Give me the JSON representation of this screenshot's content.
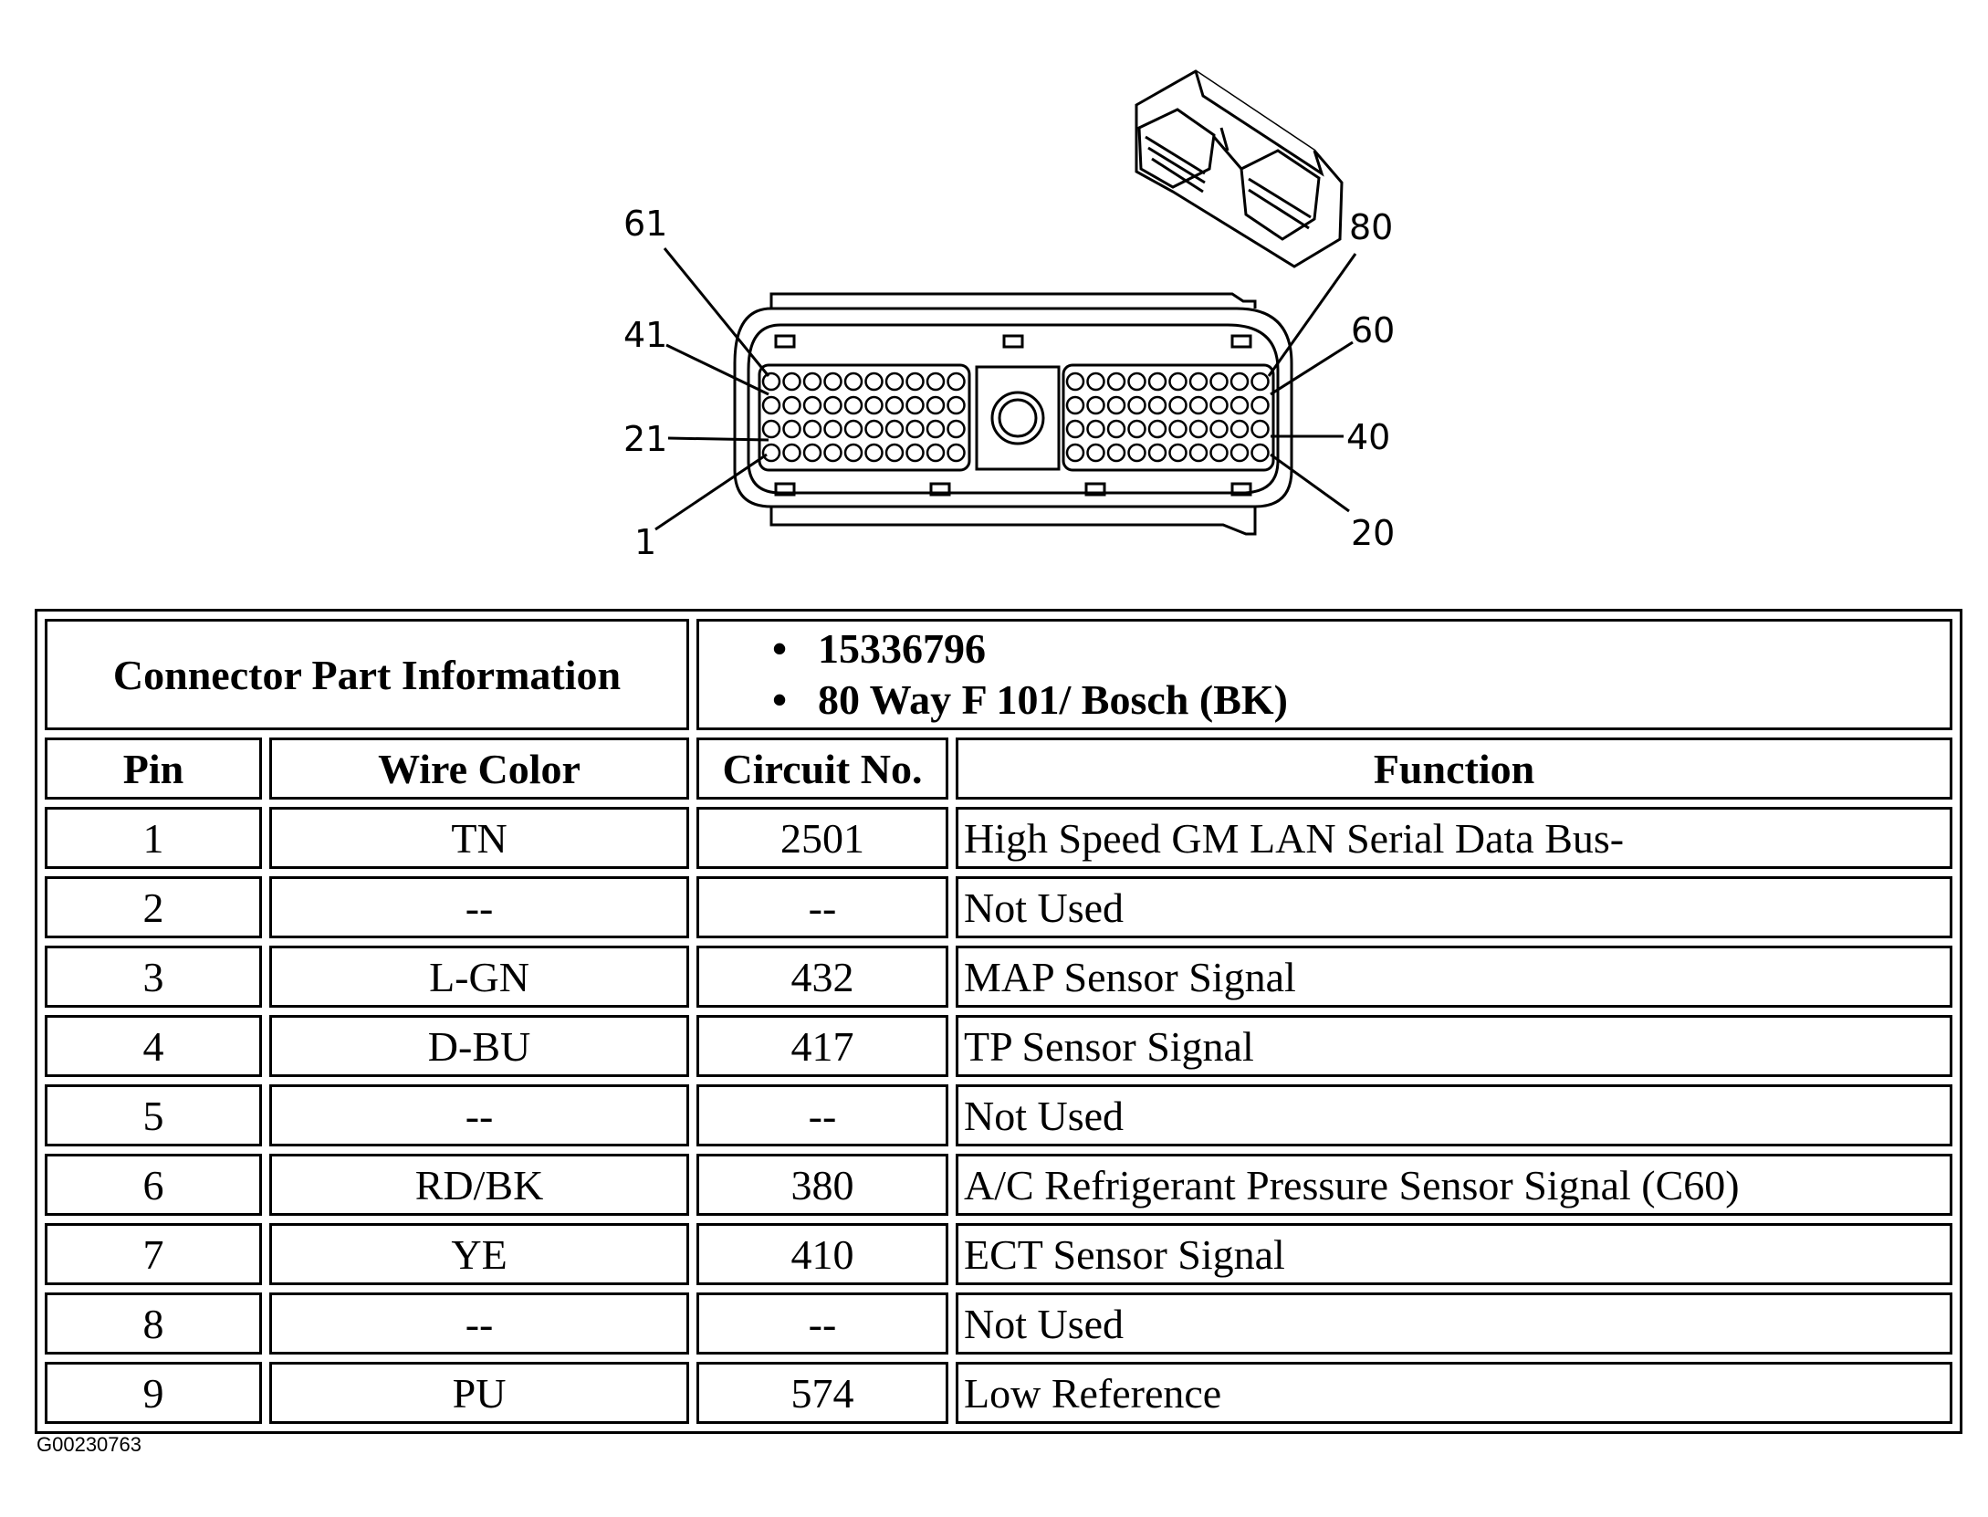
{
  "diagram": {
    "pin_labels": [
      "61",
      "80",
      "41",
      "60",
      "21",
      "40",
      "1",
      "20"
    ]
  },
  "table": {
    "connector_info_label": "Connector Part Information",
    "part_info": [
      "15336796",
      "80 Way F 101/ Bosch (BK)"
    ],
    "columns": [
      "Pin",
      "Wire Color",
      "Circuit No.",
      "Function"
    ],
    "rows": [
      {
        "pin": "1",
        "wire_color": "TN",
        "circuit": "2501",
        "function": "High Speed GM LAN Serial Data Bus-"
      },
      {
        "pin": "2",
        "wire_color": "--",
        "circuit": "--",
        "function": "Not Used"
      },
      {
        "pin": "3",
        "wire_color": "L-GN",
        "circuit": "432",
        "function": "MAP Sensor Signal"
      },
      {
        "pin": "4",
        "wire_color": "D-BU",
        "circuit": "417",
        "function": "TP Sensor Signal"
      },
      {
        "pin": "5",
        "wire_color": "--",
        "circuit": "--",
        "function": "Not Used"
      },
      {
        "pin": "6",
        "wire_color": "RD/BK",
        "circuit": "380",
        "function": "A/C Refrigerant Pressure Sensor Signal (C60)"
      },
      {
        "pin": "7",
        "wire_color": "YE",
        "circuit": "410",
        "function": "ECT Sensor Signal"
      },
      {
        "pin": "8",
        "wire_color": "--",
        "circuit": "--",
        "function": "Not Used"
      },
      {
        "pin": "9",
        "wire_color": "PU",
        "circuit": "574",
        "function": "Low Reference"
      }
    ]
  },
  "figure_id": "G00230763"
}
